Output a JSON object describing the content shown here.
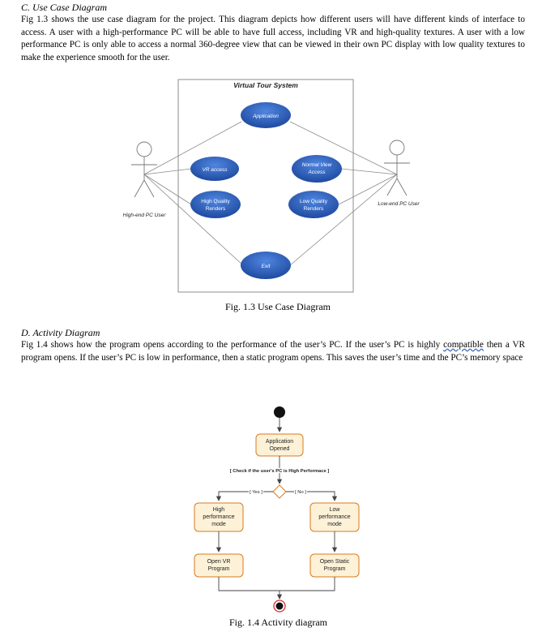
{
  "section_c": {
    "title": "C.   Use Case Diagram",
    "paragraph": "Fig 1.3 shows the use case diagram for the project. This diagram depicts how different users will have different kinds of interface to access. A user with a high-performance PC will be able to have full access, including VR and high-quality textures. A user with a low performance PC is only able to access a normal 360-degree view that can be viewed in their own PC display with low quality textures to make the experience smooth for the user."
  },
  "use_case_diagram": {
    "system_title": "Virtual Tour System",
    "actor_left": "High-end PC User",
    "actor_right": "Low-end PC User",
    "use_cases": {
      "application": "Application",
      "vr_access": "VR access",
      "normal_view_1": "Normal View",
      "normal_view_2": "Access",
      "hq_1": "High Quality",
      "hq_2": "Renders",
      "lq_1": "Low Quality",
      "lq_2": "Renders",
      "exit": "Exit"
    },
    "caption": "Fig. 1.3 Use Case Diagram",
    "colors": {
      "ellipse": "#2e63c4",
      "ellipse_dark": "#1f4aa0",
      "line": "#8a8a8a"
    }
  },
  "section_d": {
    "title": "D.   Activity Diagram",
    "paragraph_before": "Fig 1.4 shows how the program opens according to the performance of the user’s PC. If the user’s PC is highly",
    "squiggle_word": "compatible",
    "paragraph_after": "then a VR program opens. If the user’s PC is low in performance, then a static program opens. This saves the user’s time and the PC’s memory space"
  },
  "activity_diagram": {
    "app_1": "Application",
    "app_2": "Opened",
    "condition": "[ Check if the user's PC is High Performace ]",
    "yes": "[ Yes ]",
    "no": "[ No ]",
    "high_1": "High",
    "high_2": "performance",
    "high_3": "mode",
    "low_1": "Low",
    "low_2": "performance",
    "low_3": "mode",
    "vr_1": "Open VR",
    "vr_2": "Program",
    "static_1": "Open Static",
    "static_2": "Program",
    "caption": "Fig. 1.4 Activity diagram",
    "colors": {
      "node_fill": "#fdf2d8",
      "node_stroke": "#d97a1e",
      "start": "#111111",
      "end_ring": "#d0312d"
    }
  }
}
